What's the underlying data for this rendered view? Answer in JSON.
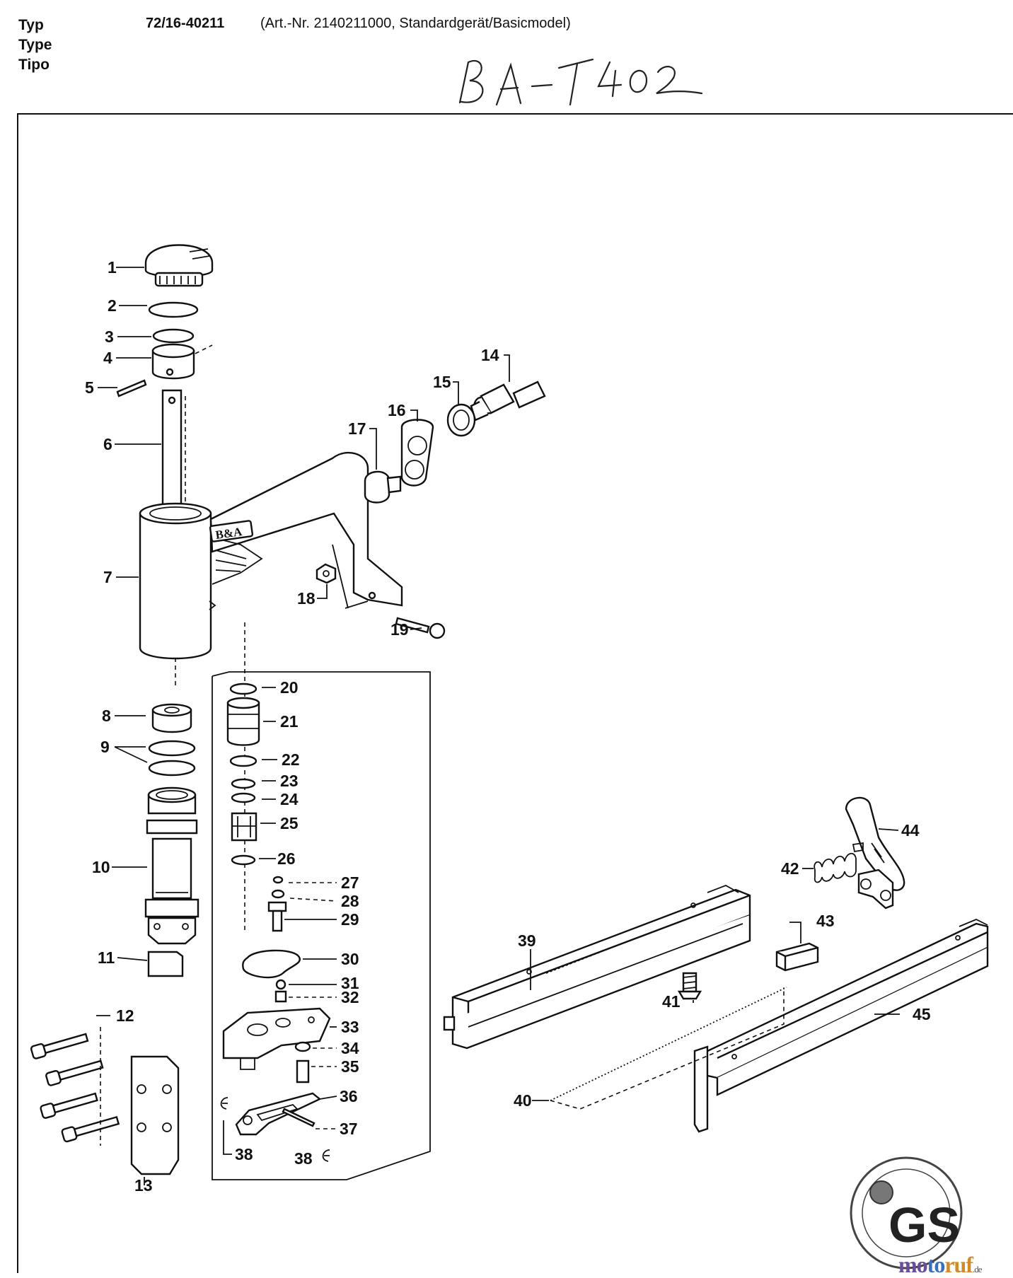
{
  "header": {
    "labels": [
      "Typ",
      "Type",
      "Tipo"
    ],
    "model_code": "72/16-40211",
    "article": "(Art.-Nr. 2140211000, Standardgerät/Basicmodel)",
    "handwritten": "BA-T402"
  },
  "parts": {
    "p1": "1",
    "p2": "2",
    "p3": "3",
    "p4": "4",
    "p5": "5",
    "p6": "6",
    "p7": "7",
    "p8": "8",
    "p9": "9",
    "p10": "10",
    "p11": "11",
    "p12": "12",
    "p13": "13",
    "p14": "14",
    "p15": "15",
    "p16": "16",
    "p17": "17",
    "p18": "18",
    "p19": "19",
    "p20": "20",
    "p21": "21",
    "p22": "22",
    "p23": "23",
    "p24": "24",
    "p25": "25",
    "p26": "26",
    "p27": "27",
    "p28": "28",
    "p29": "29",
    "p30": "30",
    "p31": "31",
    "p32": "32",
    "p33": "33",
    "p34": "34",
    "p35": "35",
    "p36": "36",
    "p37": "37",
    "p38a": "38",
    "p38b": "38",
    "p39": "39",
    "p40": "40",
    "p41": "41",
    "p42": "42",
    "p43": "43",
    "p44": "44",
    "p45": "45"
  },
  "body_logo": "B&A",
  "watermark": {
    "part1": "mo",
    "part2": "to",
    "part3": "ruf",
    "suffix": ".de"
  },
  "seal_text": "GS"
}
